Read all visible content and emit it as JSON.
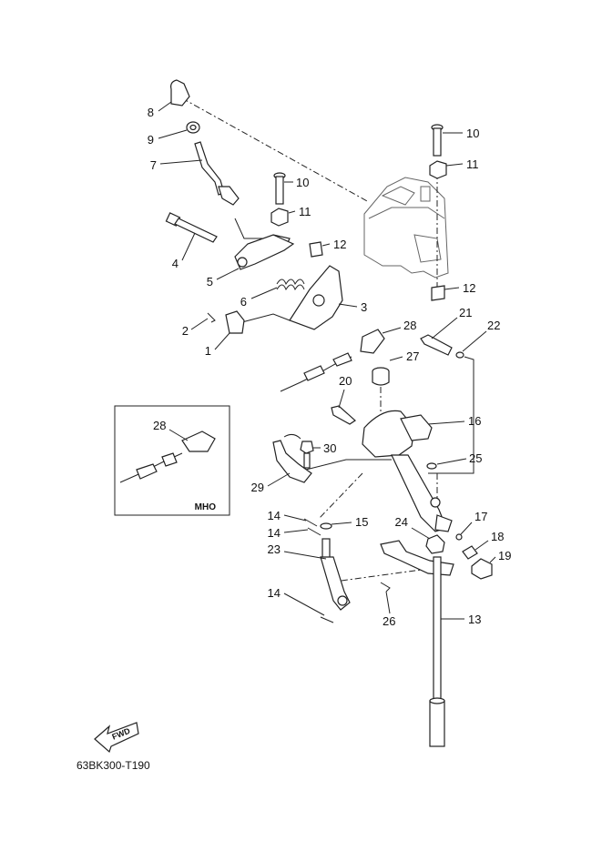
{
  "callouts": [
    "1",
    "2",
    "3",
    "4",
    "5",
    "6",
    "7",
    "8",
    "9",
    "10",
    "10",
    "11",
    "11",
    "12",
    "12",
    "13",
    "14",
    "14",
    "14",
    "15",
    "16",
    "17",
    "18",
    "19",
    "20",
    "21",
    "22",
    "23",
    "24",
    "25",
    "26",
    "27",
    "28",
    "28",
    "29",
    "30"
  ],
  "inset": {
    "label": "MHO"
  },
  "fwd_badge": "FWD",
  "drawing_code": "63BK300-T190"
}
